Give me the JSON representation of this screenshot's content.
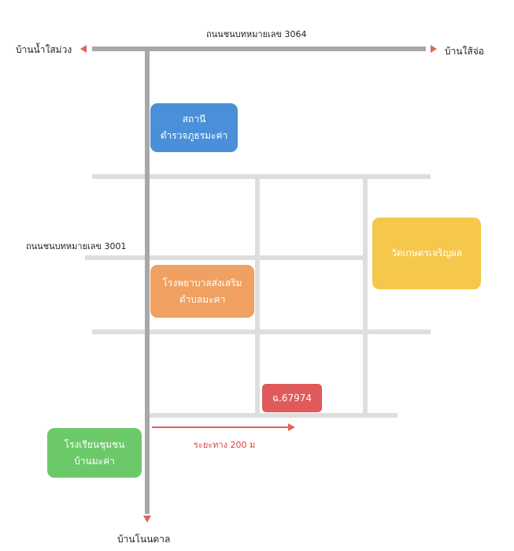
{
  "roads": {
    "top_highway": "ถนนชนบทหมายเลข 3064",
    "mid_road": "ถนนชนบทหมายเลข 3001"
  },
  "destinations": {
    "west": "บ้านน้ำใสม่วง",
    "east": "บ้านใส้จ่อ",
    "south": "บ้านโนนตาล"
  },
  "places": {
    "police": {
      "line1": "สถานี",
      "line2": "ตำรวจภูธรมะค่า",
      "color": "#4a90d9"
    },
    "hospital": {
      "line1": "โรงพยาบาลส่งเสริม",
      "line2": "ตำบลมะค่า",
      "color": "#f0a060"
    },
    "temple": {
      "line1": "วัดเกษตรเจริญผล",
      "color": "#f5c84c"
    },
    "plot": {
      "label": "ฉ.67974",
      "color": "#e05a5a"
    },
    "school": {
      "line1": "โรงเรียนชุมชน",
      "line2": "บ้านมะค่า",
      "color": "#6cc96a"
    }
  },
  "distance": {
    "label": "ระยะทาง 200 ม",
    "color": "#e0413a"
  },
  "colors": {
    "main_road": "#a8a8a8",
    "minor_road": "#dedede",
    "arrow": "#e0645a"
  }
}
